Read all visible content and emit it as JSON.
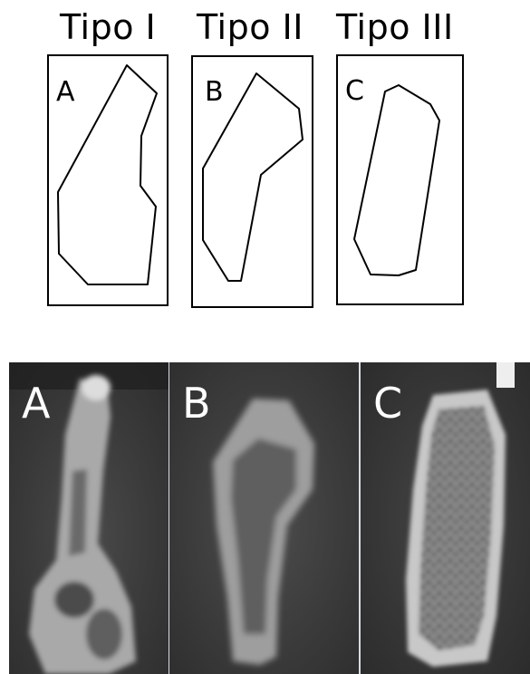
{
  "diagram": {
    "types": [
      {
        "title": "Tipo I",
        "letter": "A"
      },
      {
        "title": "Tipo II",
        "letter": "B"
      },
      {
        "title": "Tipo III",
        "letter": "C"
      }
    ]
  },
  "ct_scans": [
    {
      "label": "A"
    },
    {
      "label": "B"
    },
    {
      "label": "C"
    }
  ],
  "colors": {
    "outline": "#000000",
    "scan_background": "#3a3a3a",
    "bone_cortex": "#bfbfbf",
    "divider": "#d6dbe6"
  }
}
